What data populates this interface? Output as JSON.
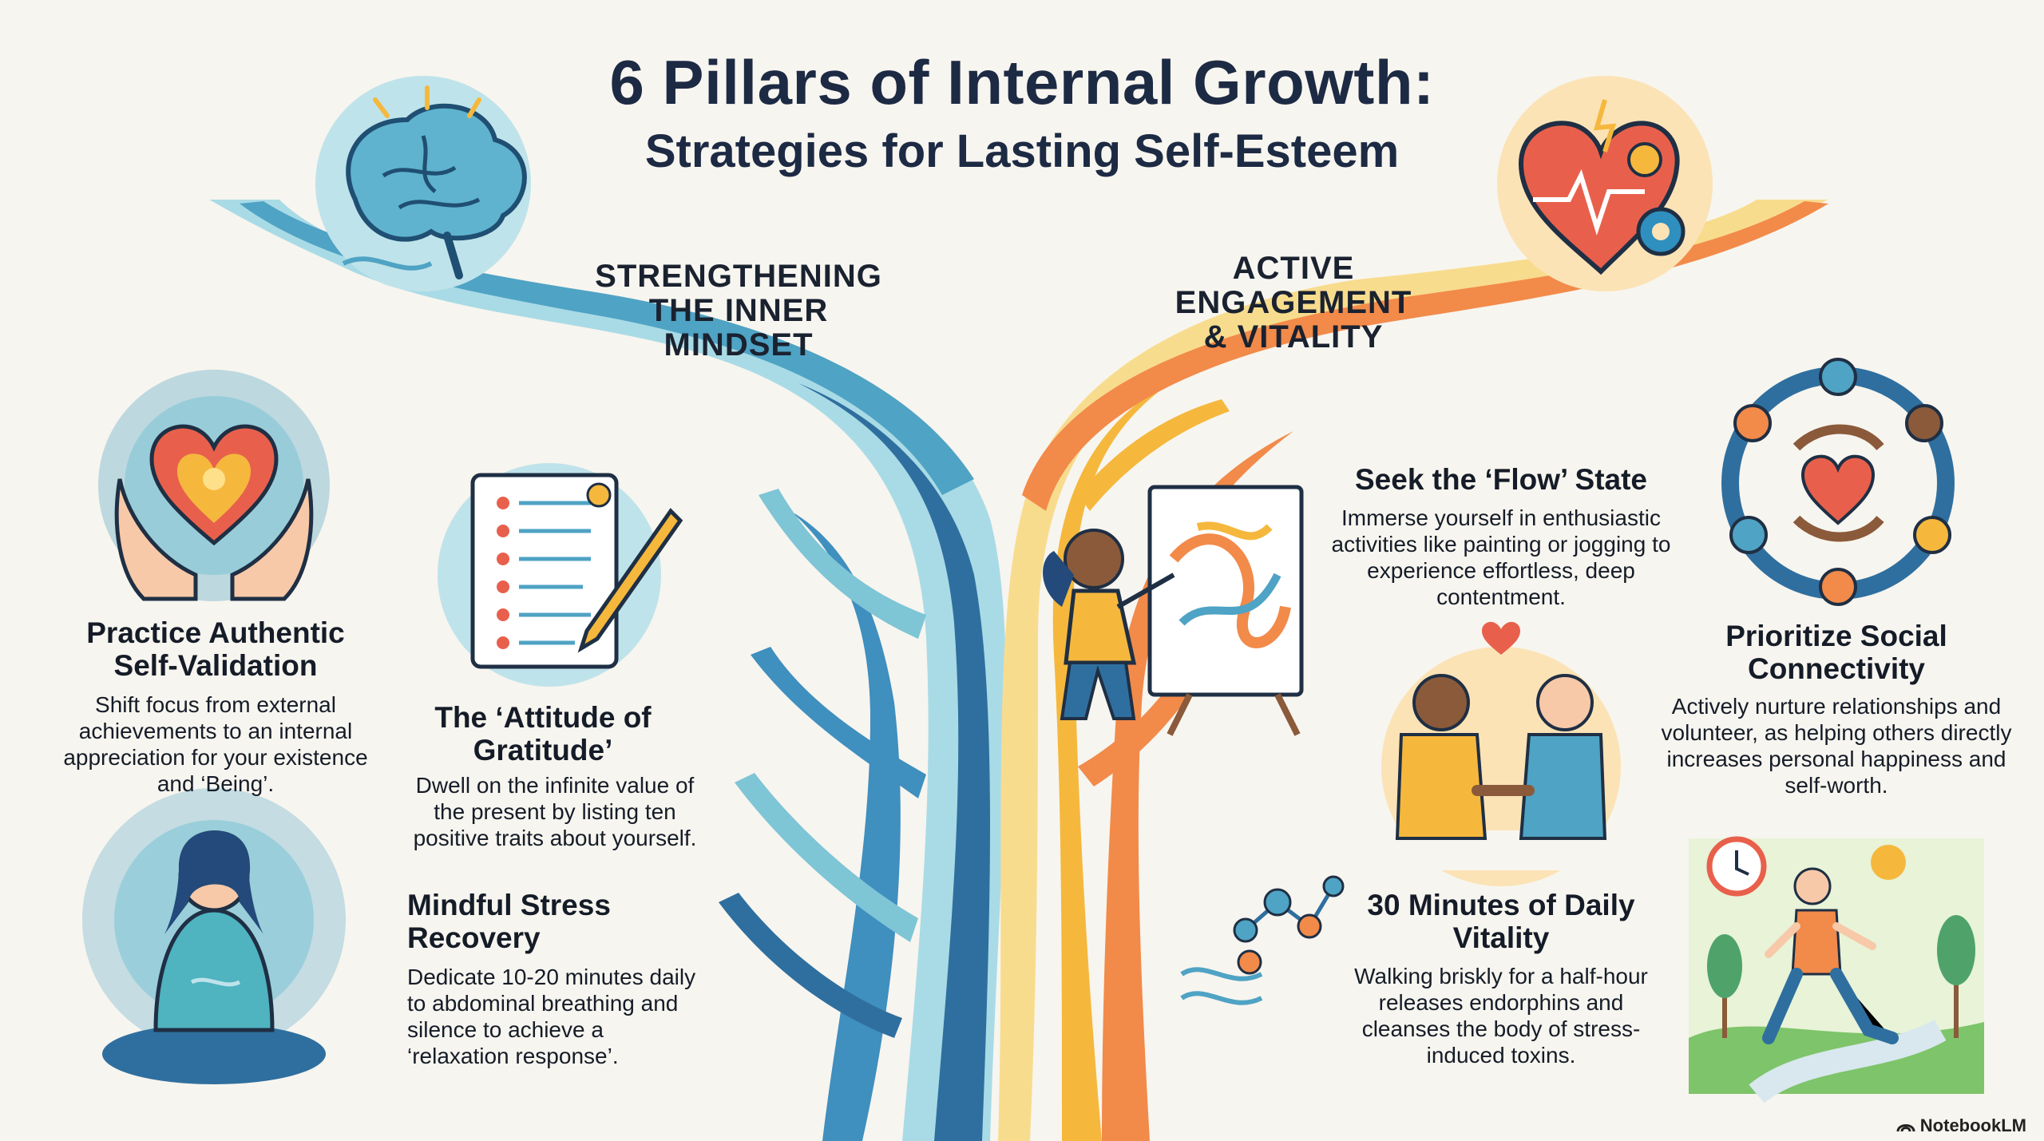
{
  "header": {
    "title": "6 Pillars of Internal Growth:",
    "subtitle": "Strategies for Lasting Self-Esteem"
  },
  "branches": {
    "left": {
      "label": "STRENGTHENING THE INNER MINDSET",
      "color": "#4fa3c4"
    },
    "right": {
      "label": "ACTIVE ENGAGEMENT & VITALITY",
      "color": "#f28a4a"
    }
  },
  "pillars": [
    {
      "title": "Practice Authentic Self-Validation",
      "body": "Shift focus from external achievements to an internal appreciation for your existence and ‘Being’.",
      "icon": "heart-in-hands-icon"
    },
    {
      "title": "The ‘Attitude of Gratitude’",
      "body": "Dwell on the infinite value of the present by listing ten positive traits about yourself.",
      "icon": "gratitude-notepad-icon"
    },
    {
      "title": "Mindful Stress Recovery",
      "body": "Dedicate 10-20 minutes daily to abdominal breathing and silence to achieve a ‘relaxation response’.",
      "icon": "meditation-icon"
    },
    {
      "title": "Seek the ‘Flow’ State",
      "body": "Immerse yourself in enthusiastic activities like painting or jogging to experience effortless, deep contentment.",
      "icon": "painter-icon"
    },
    {
      "title": "Prioritize Social Connectivity",
      "body": "Actively nurture relationships and volunteer, as helping others directly increases personal happiness and self-worth.",
      "icon": "community-circle-icon"
    },
    {
      "title": "30 Minutes of Daily Vitality",
      "body": "Walking briskly for a half-hour releases endorphins and cleanses the body of stress-induced toxins.",
      "icon": "runner-icon"
    }
  ],
  "brand": {
    "name": "NotebookLM"
  },
  "colors": {
    "teal": "#4fa3c4",
    "deep_blue": "#2f6f9f",
    "orange": "#f28a4a",
    "yellow": "#f5b83d",
    "heart_red": "#e8604c"
  }
}
